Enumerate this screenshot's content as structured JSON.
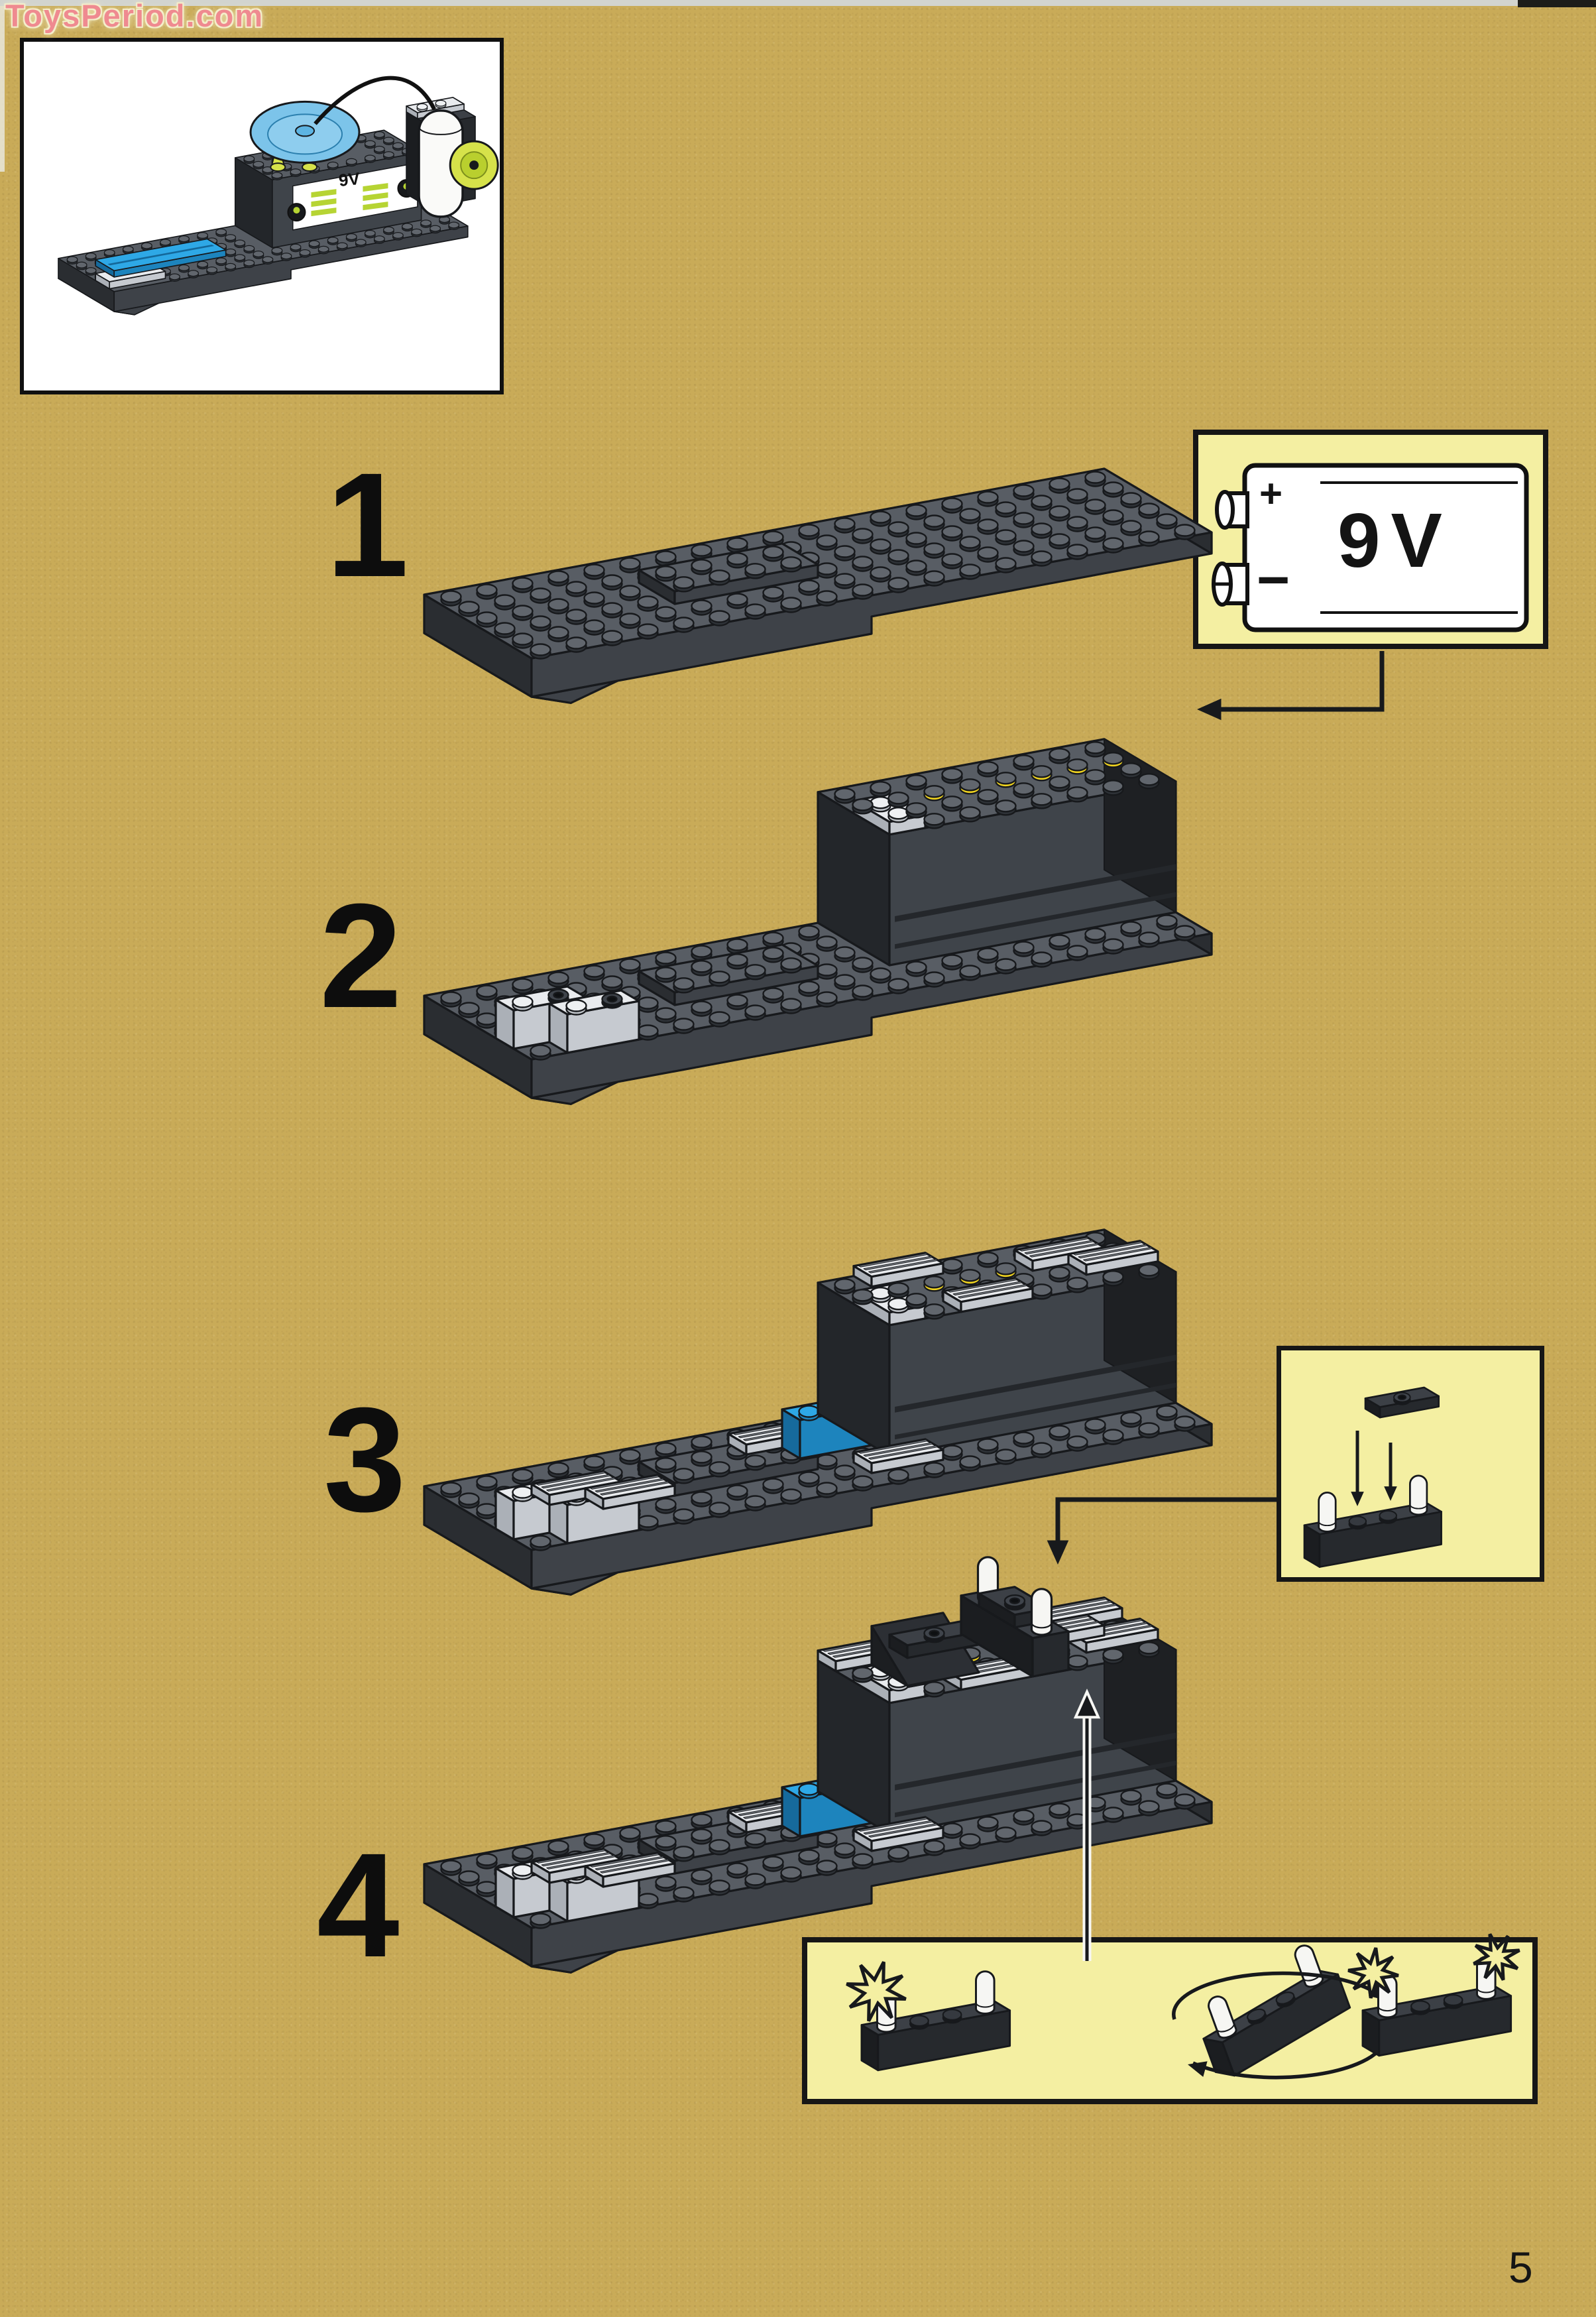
{
  "site_watermark": "ToysPeriod.com",
  "page_number": "5",
  "steps": [
    {
      "number": "1"
    },
    {
      "number": "2"
    },
    {
      "number": "3"
    },
    {
      "number": "4"
    }
  ],
  "battery_callout": {
    "voltage_label": "9V",
    "plus_label": "+",
    "minus_label": "−"
  },
  "model_preview": {
    "sticker_label": "9V"
  },
  "colors": {
    "page_bg": "#c9ab58",
    "inset_bg": "#f4efa2",
    "preview_bg": "#ffffff",
    "line": "#17191c",
    "brick_top": "#585d64",
    "brick_front": "#3e4248",
    "brick_end": "#2a2d31",
    "stud_top": "#61666d",
    "stud_yellow": "#f2d51f",
    "light_top": "#e9ebee",
    "light_front": "#c6cad0",
    "light_end": "#abb0b7",
    "blue_top": "#2ea8e6",
    "blue_front": "#1d84bd",
    "bulb_white": "#f6f6f3",
    "watermark_pink": "#ef8a90",
    "watermark_halo": "#f4eecb",
    "sticker_lime": "#b6d433",
    "dish_blue": "#7cc4ea",
    "cone_lime": "#d6e24a"
  }
}
